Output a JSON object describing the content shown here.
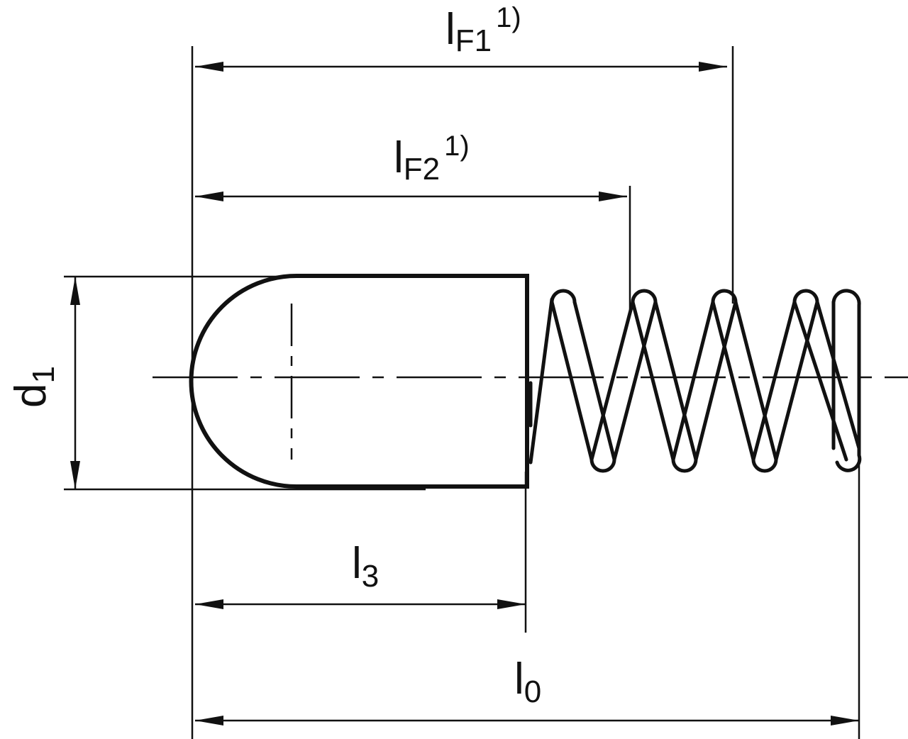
{
  "colors": {
    "line": "#111111",
    "background": "#ffffff"
  },
  "labels": {
    "lF1": {
      "base": "l",
      "sub": "F1",
      "sup": "1)"
    },
    "lF2": {
      "base": "l",
      "sub": "F2",
      "sup": "1)"
    },
    "d1": {
      "base": "d",
      "sub": "1"
    },
    "l3": {
      "base": "l",
      "sub": "3"
    },
    "l0": {
      "base": "l",
      "sub": "0"
    }
  }
}
